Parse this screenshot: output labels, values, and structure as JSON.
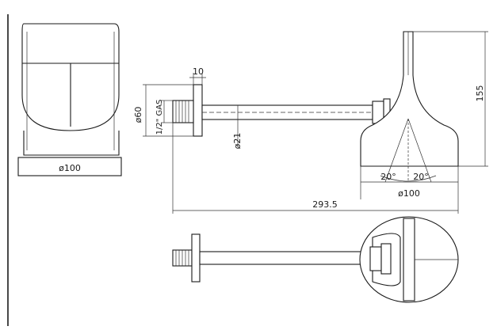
{
  "dimensions": {
    "front_width": "ø100",
    "flange_thickness": "10",
    "flange_diameter": "ø60",
    "thread": "1/2\" GAS",
    "arm_diameter": "ø21",
    "head_height": "155",
    "spray_angle_left": "20°",
    "spray_angle_right": "20°",
    "head_width": "ø100",
    "overall_length": "293.5"
  }
}
